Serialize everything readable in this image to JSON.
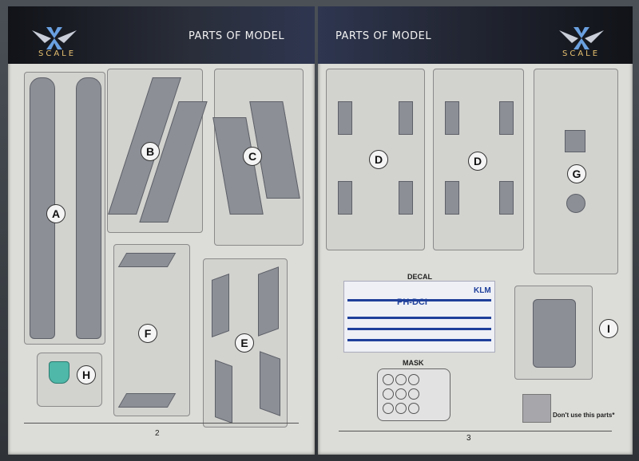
{
  "left_page": {
    "title": "PARTS OF MODEL",
    "logo_text": "SCALE",
    "page_number": "2",
    "sprues": [
      "A",
      "B",
      "C",
      "F",
      "E",
      "H"
    ]
  },
  "right_page": {
    "title": "PARTS OF MODEL",
    "logo_text": "SCALE",
    "page_number": "3",
    "sprues": [
      "D",
      "D",
      "G",
      "I"
    ],
    "decal_label": "DECAL",
    "decal_registration": "PH-DCI",
    "decal_airline": "KLM",
    "mask_label": "MASK",
    "unused_note": "Don't use this parts*"
  },
  "colors": {
    "header_dark": "#111318",
    "logo_gold": "#e6c070",
    "plastic_grey": "#8c8f96",
    "decal_blue": "#1f3f9a",
    "clear_part": "#4fb8a8"
  },
  "icons": [
    "x-scale-logo-icon"
  ]
}
